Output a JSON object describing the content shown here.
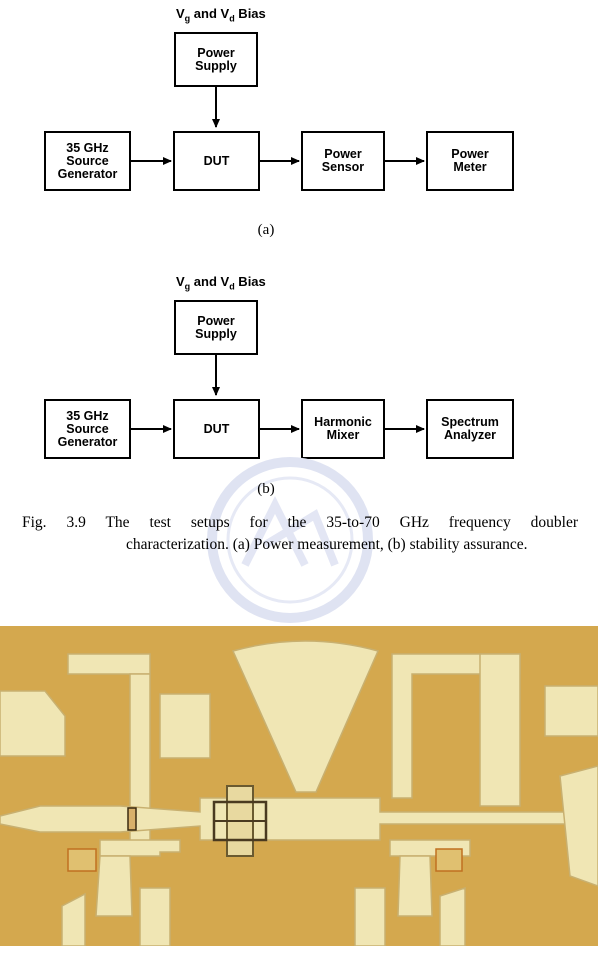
{
  "diagram_a": {
    "bias_label": {
      "v1": "V",
      "s1": "g",
      "mid": " and V",
      "s2": "d",
      "end": " Bias"
    },
    "boxes": {
      "power_supply": [
        "Power",
        "Supply"
      ],
      "source": [
        "35 GHz",
        "Source",
        "Generator"
      ],
      "dut": [
        "DUT"
      ],
      "stage3": [
        "Power",
        "Sensor"
      ],
      "stage4": [
        "Power",
        "Meter"
      ]
    },
    "label": "(a)"
  },
  "diagram_b": {
    "bias_label": {
      "v1": "V",
      "s1": "g",
      "mid": " and V",
      "s2": "d",
      "end": " Bias"
    },
    "boxes": {
      "power_supply": [
        "Power",
        "Supply"
      ],
      "source": [
        "35 GHz",
        "Source",
        "Generator"
      ],
      "dut": [
        "DUT"
      ],
      "stage3": [
        "Harmonic",
        "Mixer"
      ],
      "stage4": [
        "Spectrum",
        "Analyzer"
      ]
    },
    "label": "(b)"
  },
  "caption": {
    "line1": "Fig. 3.9 The test setups for the 35-to-70 GHz frequency doubler",
    "line2": "characterization. (a) Power measurement, (b) stability assurance."
  },
  "colors": {
    "substrate": "#d4a84e",
    "metal": "#f0e6b4",
    "metal_edge": "#c8b070"
  }
}
